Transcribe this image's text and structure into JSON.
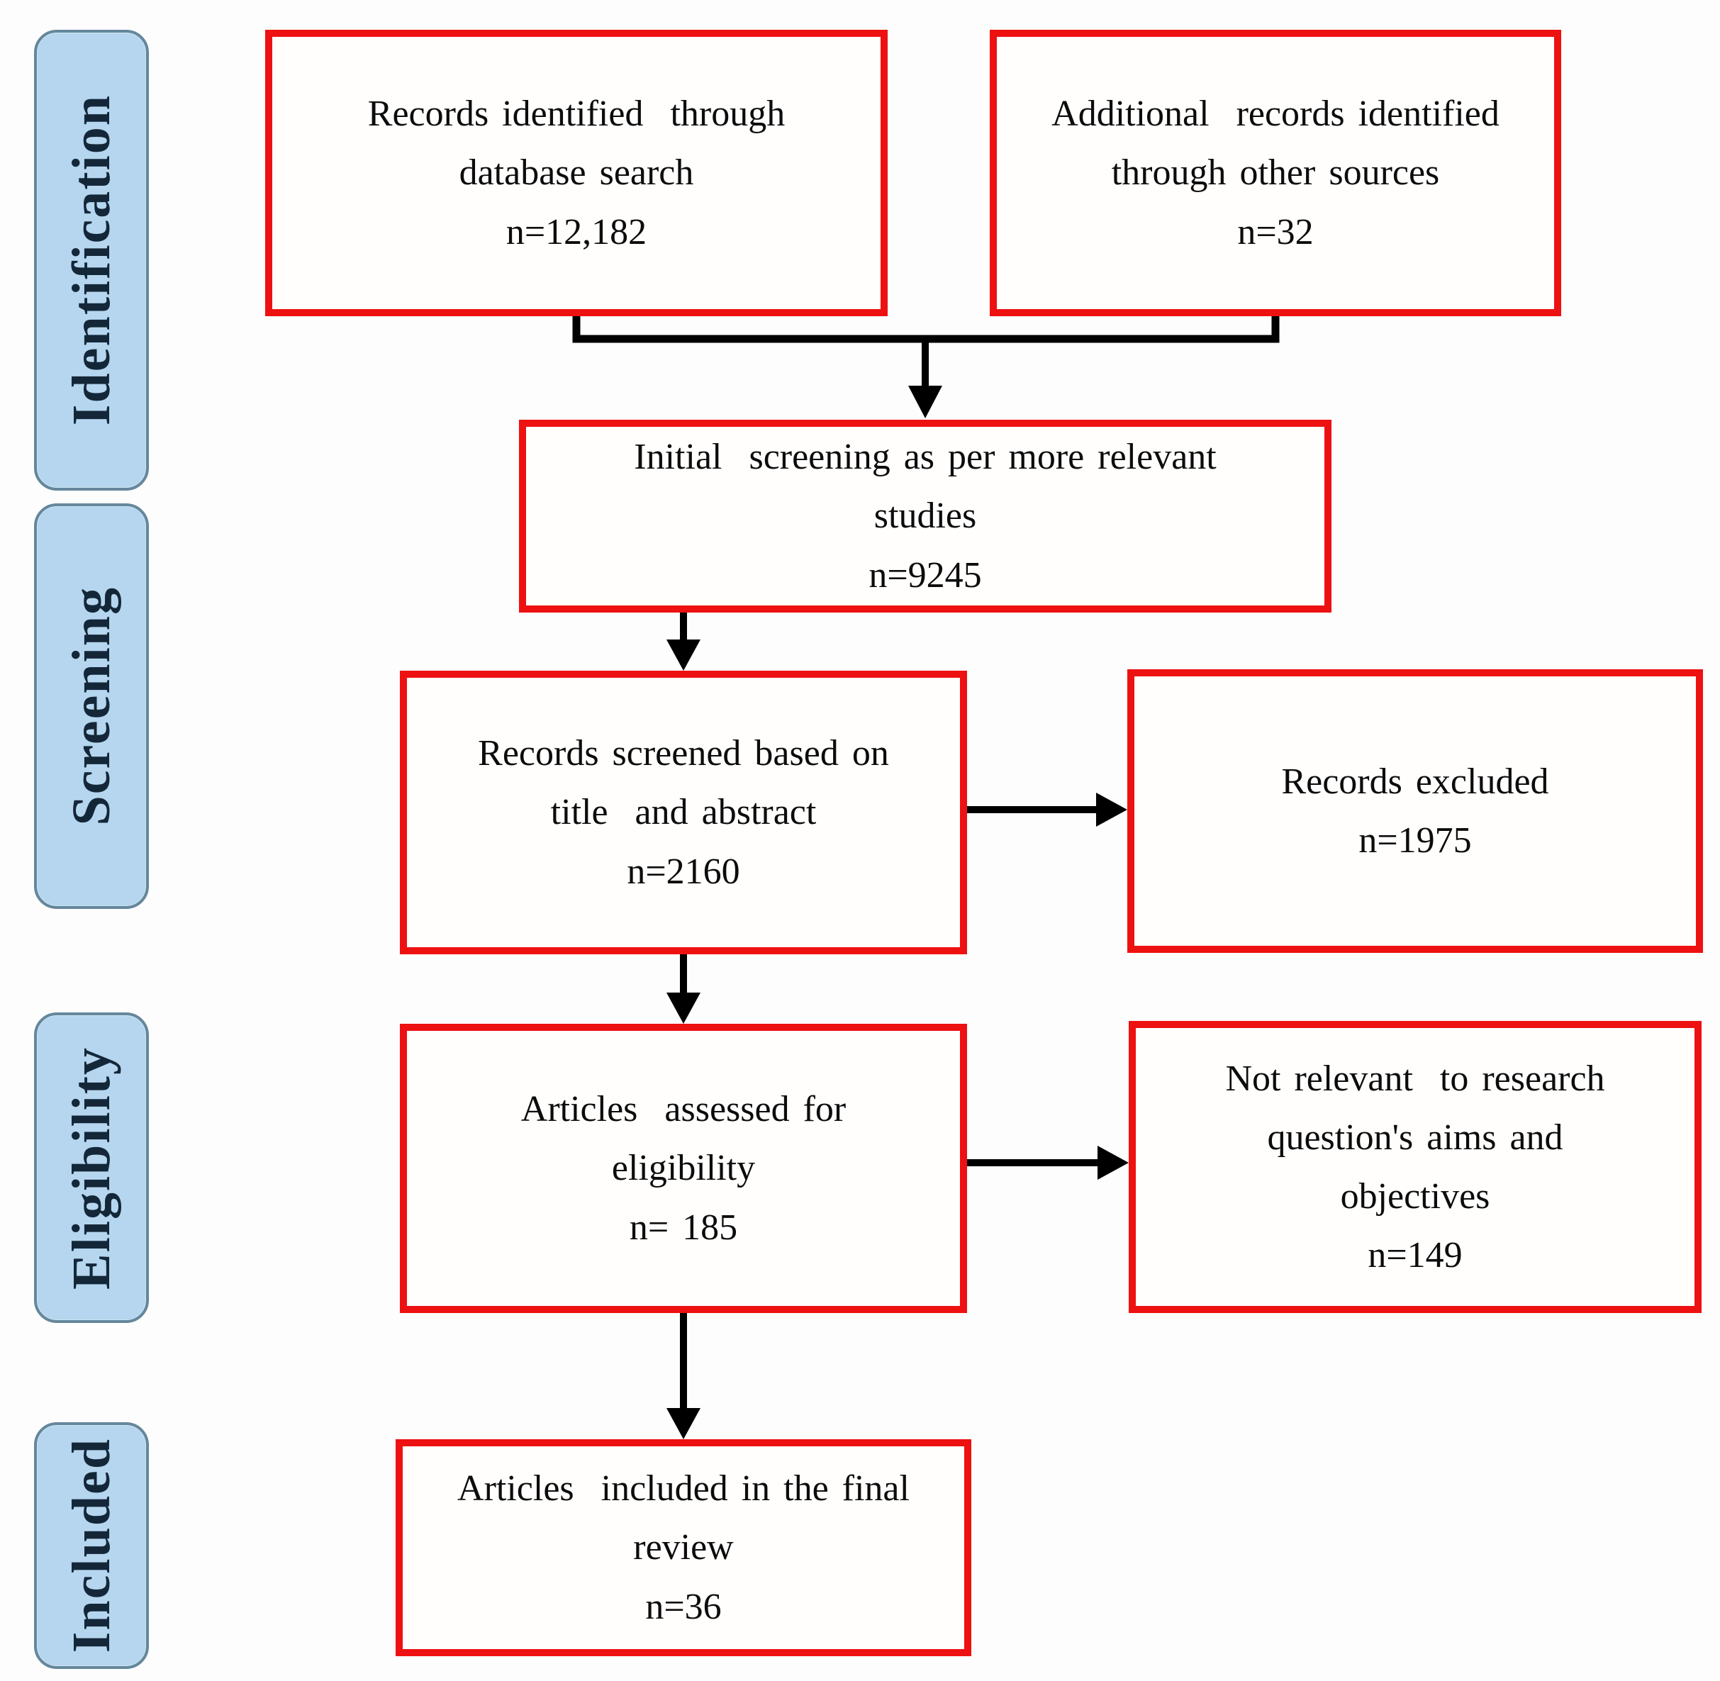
{
  "sidebar": {
    "stages": [
      {
        "label": "Identification"
      },
      {
        "label": "Screening"
      },
      {
        "label": "Eligibility"
      },
      {
        "label": "Included"
      }
    ]
  },
  "flow": {
    "boxes": [
      {
        "name": "records-identified",
        "lines": [
          "Records identified  through",
          "database search",
          "n=12,182"
        ]
      },
      {
        "name": "additional-records",
        "lines": [
          "Additional  records identified",
          "through other sources",
          "n=32"
        ]
      },
      {
        "name": "initial-screening",
        "lines": [
          "Initial  screening as per more relevant",
          "studies",
          "n=9245"
        ]
      },
      {
        "name": "records-screened",
        "lines": [
          "Records screened based on",
          "title  and abstract",
          "n=2160"
        ]
      },
      {
        "name": "records-excluded",
        "lines": [
          "Records excluded",
          "n=1975"
        ]
      },
      {
        "name": "articles-assessed",
        "lines": [
          "Articles  assessed for",
          "eligibility",
          "n= 185"
        ]
      },
      {
        "name": "not-relevant",
        "lines": [
          "Not relevant  to research",
          "question's aims and",
          "objectives",
          "n=149"
        ]
      },
      {
        "name": "articles-included",
        "lines": [
          "Articles  included in the final",
          "review",
          "n=36"
        ]
      }
    ]
  },
  "colors": {
    "box_border": "#ee1111",
    "box_fill": "#fffefd",
    "box_text": "#0c0c0c",
    "stage_fill": "#b5d6ee",
    "stage_border": "#65879c",
    "stage_text": "#142739",
    "arrow": "#000000"
  }
}
